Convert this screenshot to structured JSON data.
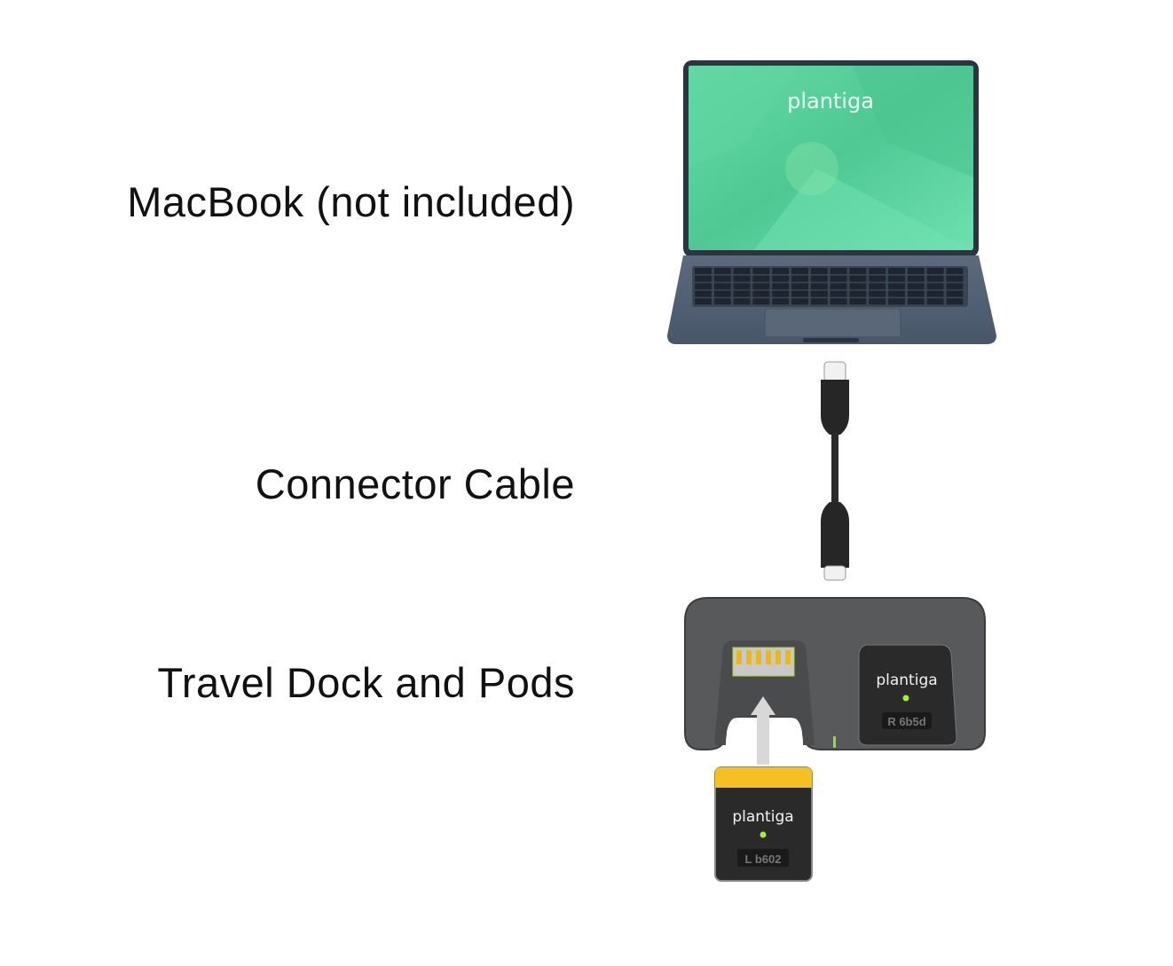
{
  "labels": {
    "macbook": "MacBook (not included)",
    "cable": "Connector Cable",
    "dock": "Travel Dock and Pods"
  },
  "laptop": {
    "screen_logo": "plantiga"
  },
  "pods": {
    "right": {
      "logo": "plantiga",
      "id": "R 6b5d"
    },
    "left": {
      "logo": "plantiga",
      "id": "L b602"
    }
  },
  "colors": {
    "screen": "#5ed6a0",
    "pod_accent": "#f5c021",
    "led": "#9ef03a",
    "dock": "#58595b"
  }
}
